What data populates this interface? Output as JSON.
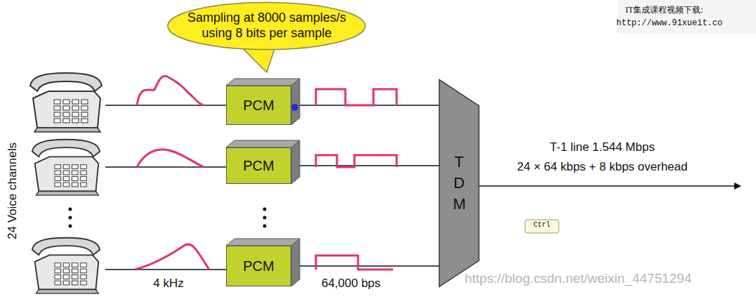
{
  "diagram": {
    "nodes": [
      {
        "text": [
          "Sampling at 8000 samples/s using 8 bits per sample"
        ]
      },
      {
        "text": [
          "PCM"
        ]
      },
      {
        "text": [
          "PCM"
        ]
      },
      {
        "text": [
          "PCM"
        ]
      },
      {
        "text": [
          "T D M"
        ]
      }
    ],
    "edges": [
      {
        "from": 1,
        "to": 4,
        "arrow": "none"
      },
      {
        "from": 2,
        "to": 4,
        "arrow": "none"
      },
      {
        "from": 3,
        "to": 4,
        "arrow": "none"
      }
    ],
    "labels": [
      "IT集成课程视频下载:",
      "http://www.91xueit.co",
      "24 Voice channels",
      "T-1 line 1.544 Mbps",
      "24 × 64 kbps + 8 kbps overhead",
      "4 kHz",
      "64,000 bps",
      "Ctrl",
      "https://blog.csdn.net/weixin_44751294"
    ]
  }
}
